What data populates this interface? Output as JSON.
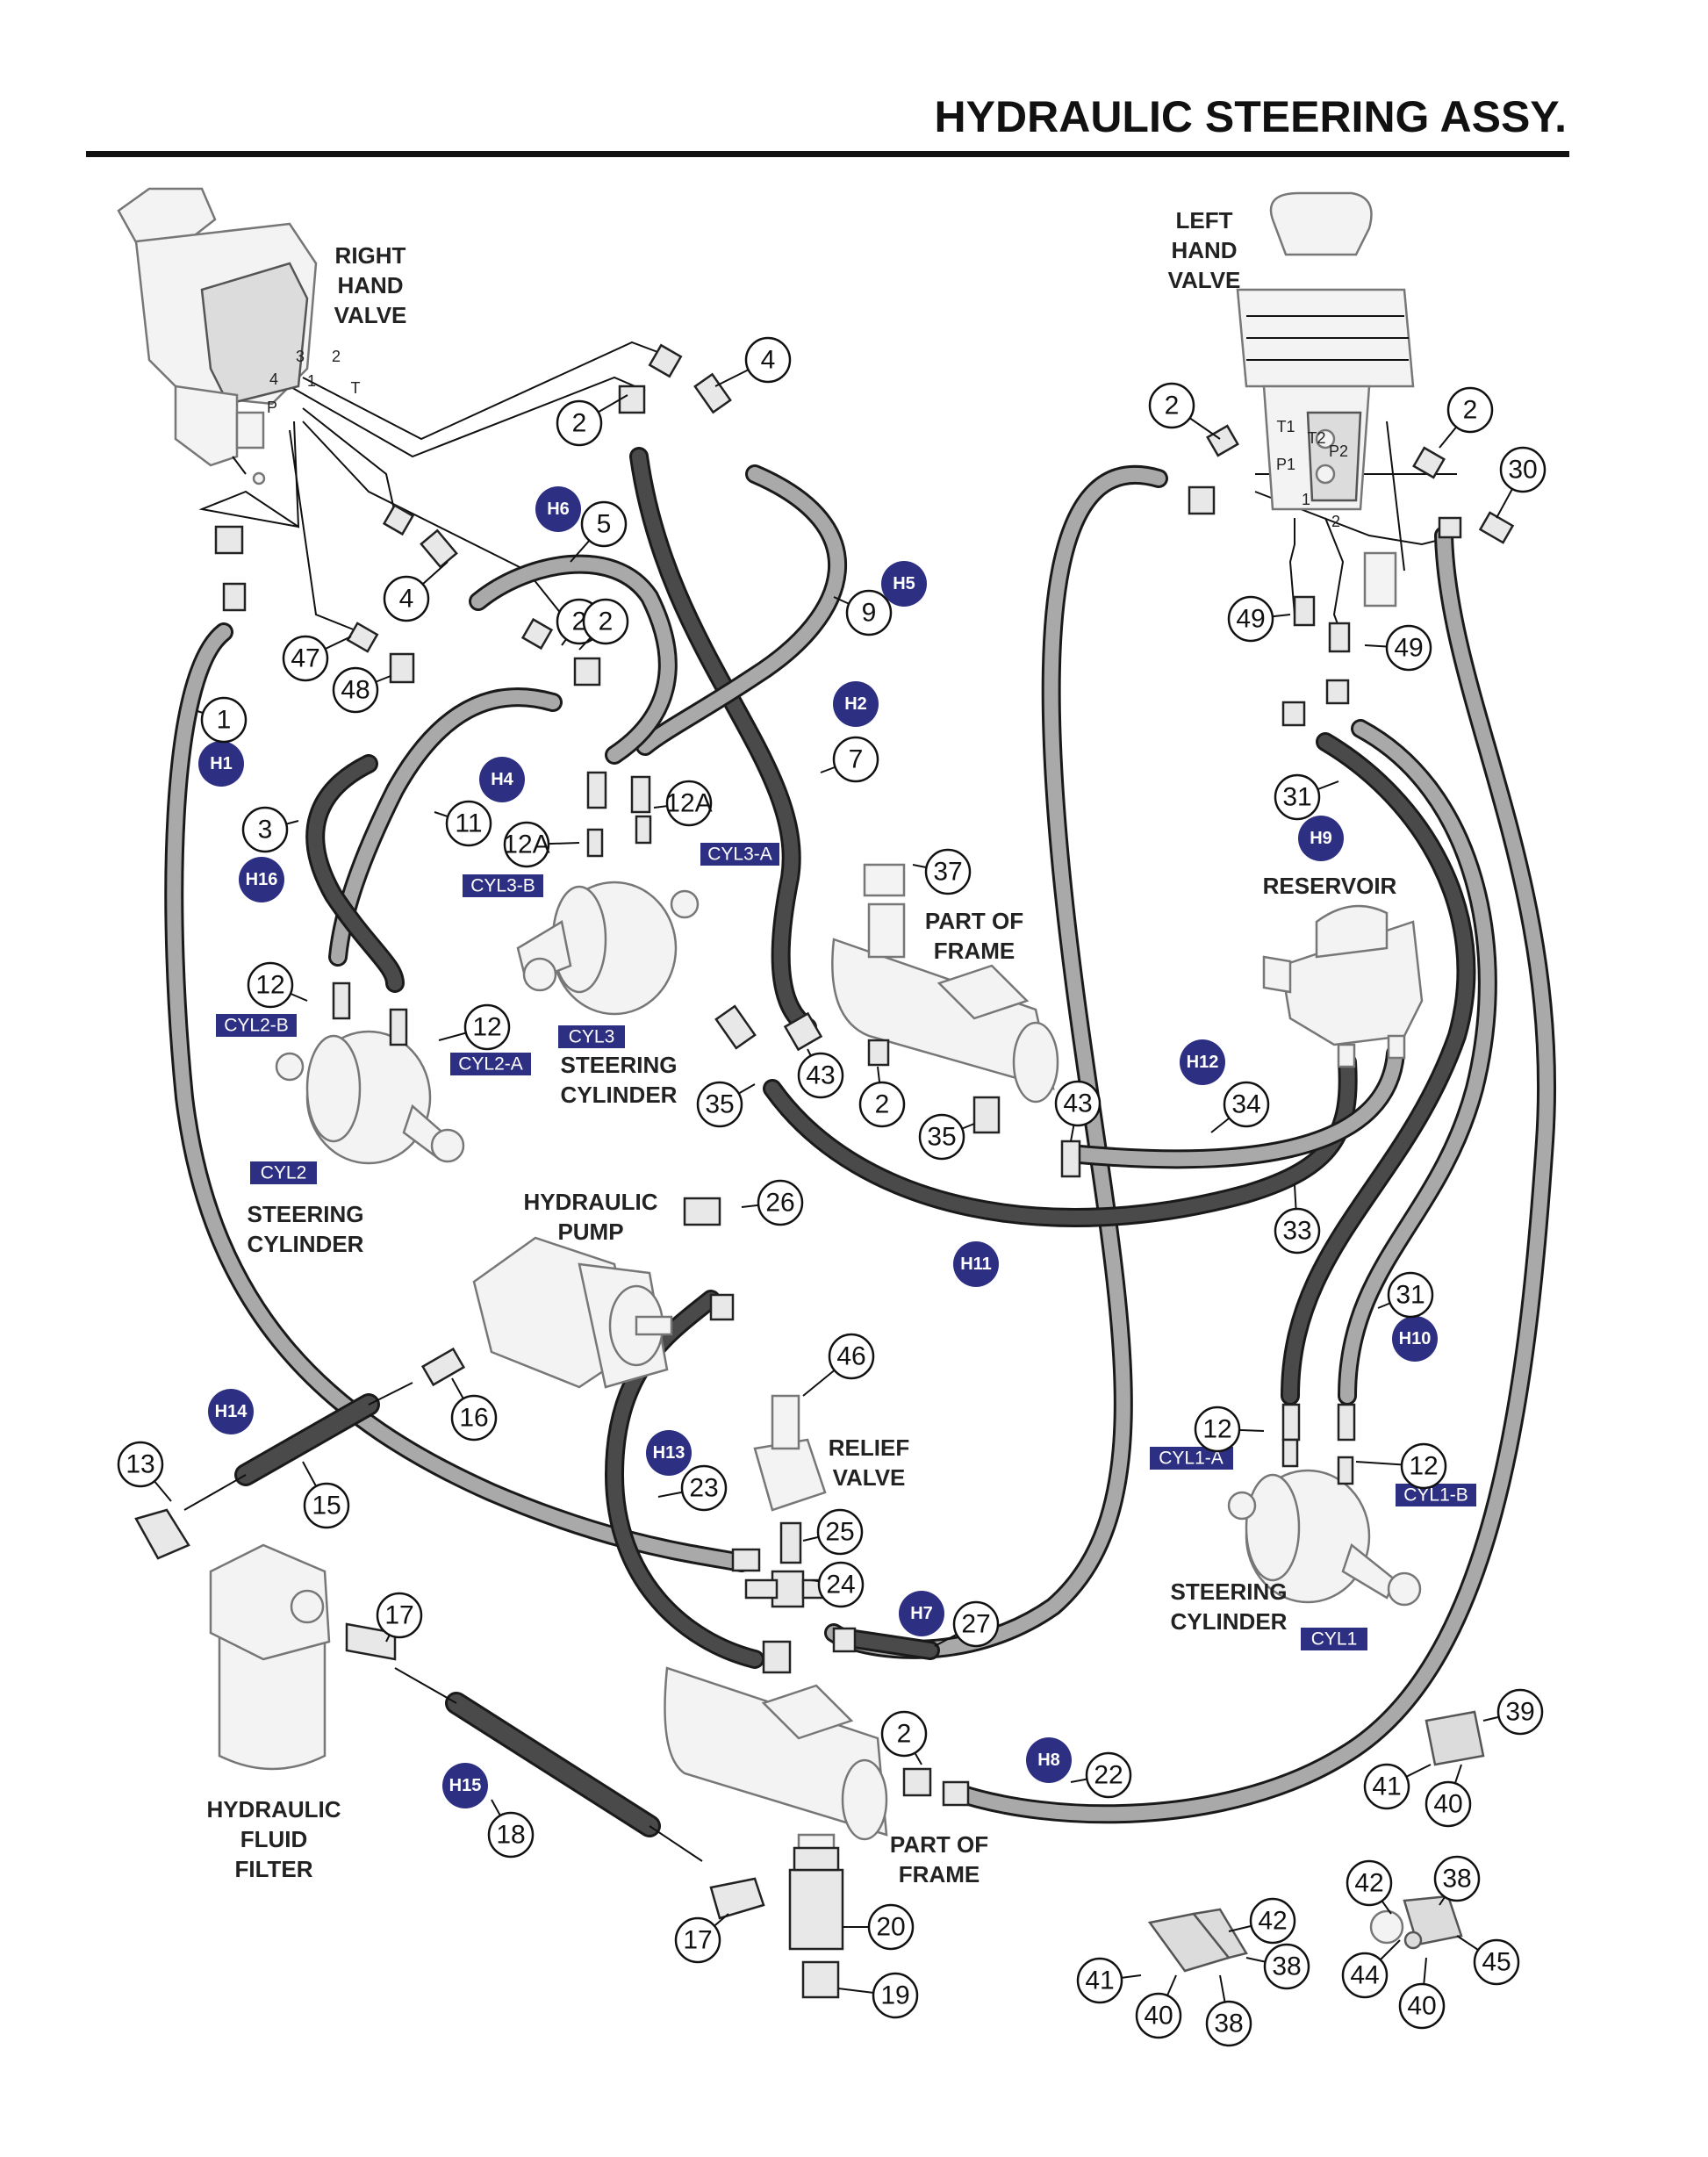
{
  "title": "HYDRAULIC STEERING ASSY.",
  "labels": {
    "right_hand_valve": [
      "RIGHT",
      "HAND",
      "VALVE"
    ],
    "left_hand_valve": [
      "LEFT",
      "HAND",
      "VALVE"
    ],
    "reservoir": [
      "RESERVOIR"
    ],
    "part_of_frame_upper": [
      "PART OF",
      "FRAME"
    ],
    "part_of_frame_lower": [
      "PART OF",
      "FRAME"
    ],
    "steering_cylinder_cyl3": [
      "STEERING",
      "CYLINDER"
    ],
    "steering_cylinder_cyl2": [
      "STEERING",
      "CYLINDER"
    ],
    "steering_cylinder_cyl1": [
      "STEERING",
      "CYLINDER"
    ],
    "hydraulic_pump": [
      "HYDRAULIC",
      "PUMP"
    ],
    "relief_valve": [
      "RELIEF",
      "VALVE"
    ],
    "hydraulic_fluid_filter": [
      "HYDRAULIC",
      "FLUID",
      "FILTER"
    ]
  },
  "ports": {
    "right_valve": [
      "3",
      "2",
      "4",
      "1",
      "T",
      "P"
    ],
    "left_valve": [
      "T1",
      "P1",
      "T2",
      "P2",
      "1",
      "2"
    ]
  },
  "cylinder_tags": [
    "CYL3-A",
    "CYL3-B",
    "CYL3",
    "CYL2-B",
    "CYL2-A",
    "CYL2",
    "CYL1-A",
    "CYL1-B",
    "CYL1"
  ],
  "hose_badges": [
    "H1",
    "H2",
    "H4",
    "H5",
    "H6",
    "H7",
    "H8",
    "H9",
    "H10",
    "H11",
    "H12",
    "H13",
    "H14",
    "H15",
    "H16"
  ],
  "callouts": [
    "4",
    "2",
    "2",
    "2",
    "30",
    "5",
    "2",
    "4",
    "9",
    "2",
    "47",
    "48",
    "1",
    "49",
    "49",
    "7",
    "31",
    "3",
    "11",
    "12A",
    "12A",
    "37",
    "12",
    "12",
    "35",
    "43",
    "2",
    "35",
    "43",
    "34",
    "33",
    "26",
    "31",
    "16",
    "12",
    "12",
    "13",
    "15",
    "46",
    "23",
    "25",
    "24",
    "27",
    "17",
    "39",
    "2",
    "22",
    "41",
    "40",
    "18",
    "17",
    "20",
    "42",
    "38",
    "41",
    "38",
    "40",
    "38",
    "19",
    "42",
    "44",
    "45",
    "40"
  ]
}
